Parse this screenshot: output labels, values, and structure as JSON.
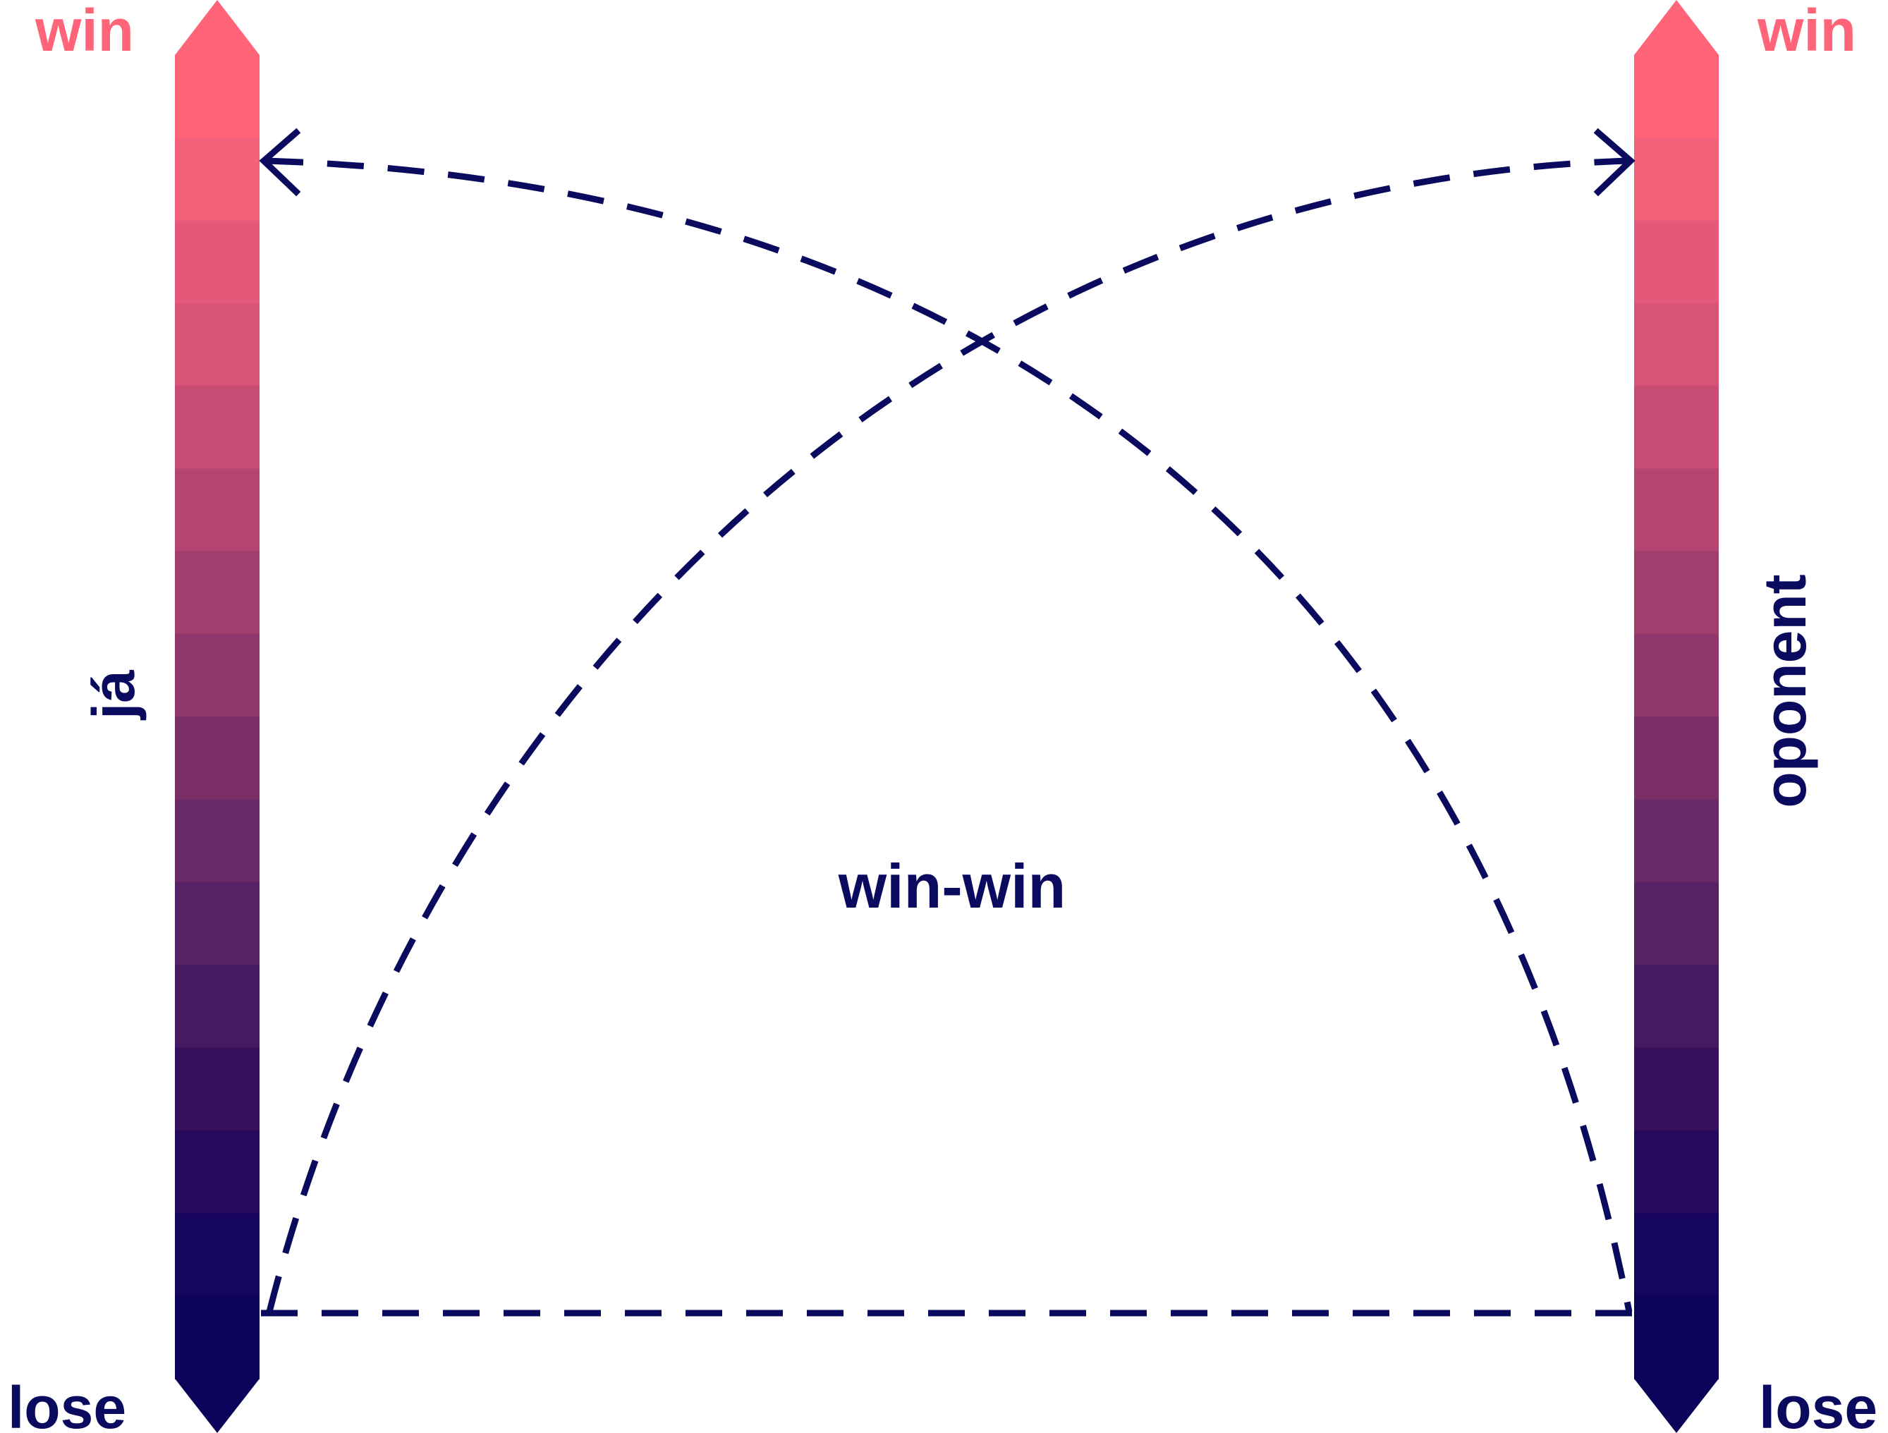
{
  "colors": {
    "navy": "#0a0a5e",
    "pink": "#ff6478",
    "background": "#ffffff"
  },
  "gradient_stops": [
    "#ff6478",
    "#f5607a",
    "#e55879",
    "#d85377",
    "#c84c74",
    "#b54471",
    "#a03e6e",
    "#8f376a",
    "#7a2f67",
    "#6a2967",
    "#552264",
    "#451a60",
    "#36105c",
    "#260a5c",
    "#16055c",
    "#0a0359"
  ],
  "left_scale": {
    "top_label": "win",
    "bottom_label": "lose",
    "axis_label": "já"
  },
  "right_scale": {
    "top_label": "win",
    "bottom_label": "lose",
    "axis_label": "oponent"
  },
  "center_label": "win-win"
}
